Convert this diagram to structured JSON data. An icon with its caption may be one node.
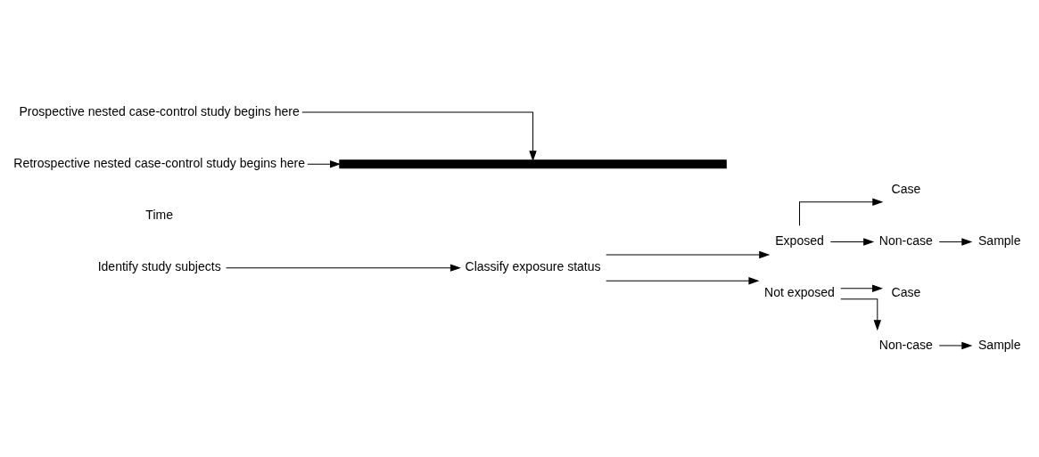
{
  "diagram": {
    "nodes": [
      {
        "text": [
          "Identify study subjects"
        ]
      },
      {
        "text": [
          "Classify exposure status"
        ]
      },
      {
        "text": [
          "Exposed"
        ]
      },
      {
        "text": [
          "Not exposed"
        ]
      },
      {
        "text": [
          "Case"
        ]
      },
      {
        "text": [
          "Non-case"
        ]
      },
      {
        "text": [
          "Sample"
        ]
      },
      {
        "text": [
          "Case"
        ]
      },
      {
        "text": [
          "Non-case"
        ]
      },
      {
        "text": [
          "Sample"
        ]
      },
      {
        "text": [],
        "shape": "bar"
      },
      {
        "text": [
          "Prospective nested case-control study begins here"
        ]
      },
      {
        "text": [
          "Retrospective nested case-control study begins here"
        ]
      }
    ],
    "edges": [
      {
        "from": 0,
        "to": 1,
        "arrow": "to"
      },
      {
        "from": 1,
        "to": 2,
        "arrow": "to"
      },
      {
        "from": 1,
        "to": 3,
        "arrow": "to"
      },
      {
        "from": 2,
        "to": 4,
        "arrow": "to"
      },
      {
        "from": 2,
        "to": 5,
        "arrow": "to"
      },
      {
        "from": 5,
        "to": 6,
        "arrow": "to"
      },
      {
        "from": 3,
        "to": 7,
        "arrow": "to"
      },
      {
        "from": 3,
        "to": 8,
        "arrow": "to"
      },
      {
        "from": 8,
        "to": 9,
        "arrow": "to"
      },
      {
        "from": 11,
        "to": 10,
        "arrow": "to"
      },
      {
        "from": 12,
        "to": 10,
        "arrow": "to"
      }
    ],
    "labels": [
      "Time"
    ]
  }
}
